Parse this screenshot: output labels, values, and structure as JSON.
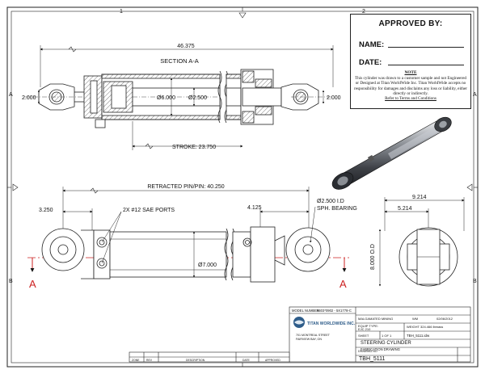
{
  "drawing": {
    "zone_top_1": "1",
    "zone_top_2": "2",
    "zone_left_a": "A",
    "zone_left_b": "B",
    "zone_right_a": "A",
    "zone_right_b": "B",
    "top_view": {
      "overall_length": "46.375",
      "section_title": "SECTION A-A",
      "pin_left": "2.000",
      "pin_right": "2.000",
      "bore_dia": "Ø6.000",
      "rod_dia": "Ø2.500",
      "stroke": "STROKE: 23.750"
    },
    "bottom_view": {
      "retracted": "RETRACTED PIN/PIN: 40.250",
      "dim_left": "3.250",
      "sae_ports": "2X #12 SAE PORTS",
      "dim_4125": "4.125",
      "bearing_line1": "Ø2.500 I.D",
      "bearing_line2": "SPH. BEARING",
      "tube_od": "Ø7.000",
      "section_left": "A",
      "section_right": "A"
    },
    "end_view": {
      "width_total": "9.214",
      "width_half": "5.214",
      "od": "8.000 O.D"
    }
  },
  "approval": {
    "title": "APPROVED BY:",
    "name_label": "NAME:",
    "date_label": "DATE:",
    "note_heading": "NOTE",
    "note_text": "This cylinder was drawn to a customer sample and not Engineered or Designed at Titan WorldWide Inc. Titan WorldWide accepts no responsibility for damages and disclaims any loss or liability, either directly or indirectly.",
    "note_link": "Refer to Terms and Conditions"
  },
  "title_block": {
    "model_label": "MODEL NUMBER",
    "model_value": "9403*0902 - 5X1778-C",
    "company": "TITAN WORLDWIDE INC.",
    "addr1": "701 MONTREAL STREET",
    "addr2": "FAIRVIEW BAY, ON",
    "customer_line1": "MALGAMATED MINING",
    "customer_line2": "EQUIP TYPE:",
    "customer_line3": "EJC 210",
    "drawn_by": "WM",
    "drawn_date": "02/06/2012",
    "weight_label": "WEIGHT",
    "weight_value": "324.466 lbmass",
    "sheet_label": "SHEET",
    "sheet_value": "1 OF 1",
    "file_value": "TBH_5111.idw",
    "drawing_title": "STEERING CYLINDER",
    "drawing_subtitle": "FABRICATION DRAWING",
    "drawing_no_label": "DRAWING NO",
    "drawing_no": "TBH_5111",
    "rev_headers": [
      "ZONE",
      "REV",
      "DESCRIPTION",
      "DATE",
      "APPROVED"
    ]
  }
}
